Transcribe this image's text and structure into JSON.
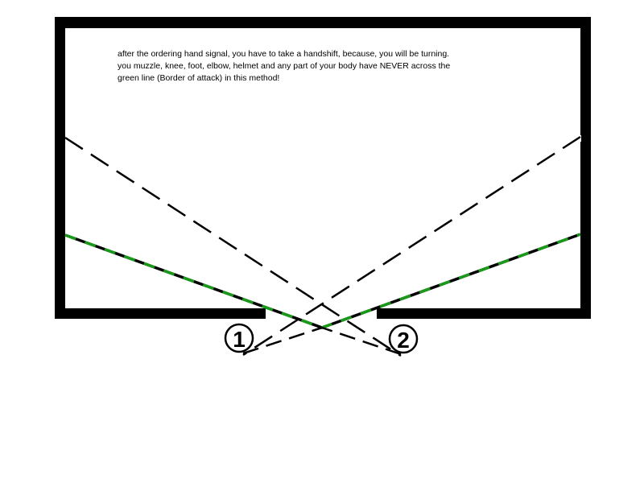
{
  "caption": {
    "lines": [
      "after the ordering hand signal, you have to take a handshift, because, you will be turning.",
      "you muzzle, knee, foot, elbow, helmet and any part of your body have NEVER across the",
      "green line (Border of attack) in this method!"
    ]
  },
  "markers": [
    {
      "label": "1"
    },
    {
      "label": "2"
    }
  ],
  "colors": {
    "wall": "#000000",
    "border_of_attack": "#1a9a1a",
    "background": "#ffffff"
  }
}
